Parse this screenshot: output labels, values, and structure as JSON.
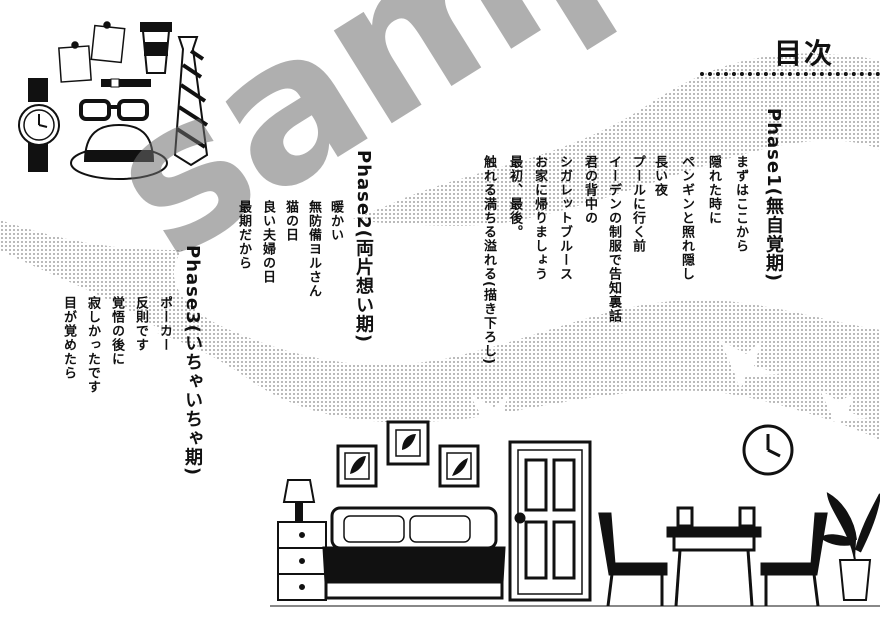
{
  "title": "目次",
  "phases": [
    {
      "label": "Phase1(無自覚期)",
      "items": [
        "まずはここから",
        "隠れた時に",
        "ペンギンと照れ隠し",
        "長い夜",
        "プールに行く前",
        "イーデンの制服で告知裏話",
        "君の背中の",
        "シガレットブルース",
        "お家に帰りましょう",
        "最初、最後。",
        "触れる満ちる溢れる(描き下ろし)"
      ]
    },
    {
      "label": "Phase2(両片想い期)",
      "items": [
        "暖かい",
        "無防備ヨルさん",
        "猫の日",
        "良い夫婦の日",
        "最期だから"
      ]
    },
    {
      "label": "Phase3(いちゃいちゃ期)",
      "items": [
        "ポーカー",
        "反則です",
        "覚悟の後に",
        "寂しかったです",
        "目が覚めたら"
      ]
    }
  ],
  "watermark": "sample"
}
